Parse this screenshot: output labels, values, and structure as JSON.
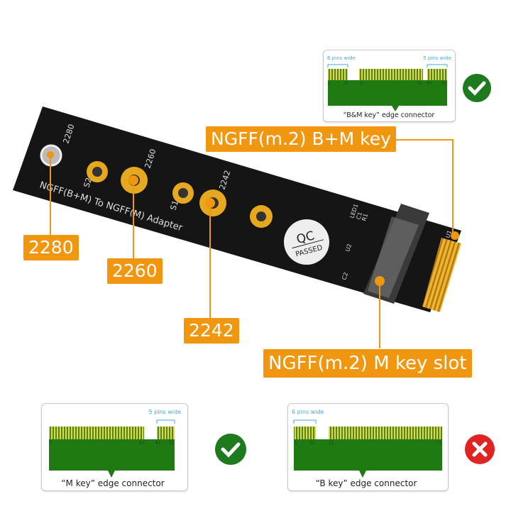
{
  "colors": {
    "accent": "#f0960f",
    "pcb": "#151515",
    "gold": "#e6a81e",
    "connector_green": "#1f7a12",
    "pins": "#e8d24a",
    "check": "#1d7a1d",
    "cross": "#e02424",
    "brace": "#4aa8d8"
  },
  "board": {
    "silkscreen": "NGFF(B+M) To NGFF(M) Adapter",
    "hole_labels": [
      "2280",
      "2260",
      "2242",
      "S2",
      "S1"
    ],
    "components": [
      "LED1",
      "R1",
      "C1",
      "U1",
      "U2",
      "C2"
    ],
    "sticker": {
      "line1": "QC",
      "line2": "PASSED"
    }
  },
  "callouts": {
    "c2280": "2280",
    "c2260": "2260",
    "c2242": "2242",
    "bm_key": "NGFF(m.2) B+M key",
    "m_slot": "NGFF(m.2) M key slot"
  },
  "diagrams": {
    "bm": {
      "caption": "“B&M key” edge connector",
      "left_brace": "6 pins wide",
      "right_brace": "5 pins wide",
      "pins": [
        "1",
        "11",
        "21",
        "57",
        "67",
        "75"
      ],
      "status": "check"
    },
    "m": {
      "caption": "“M key”  edge connector",
      "right_brace": "5 pins wide",
      "pins": [
        "1",
        "57",
        "67",
        "75"
      ],
      "status": "check"
    },
    "b": {
      "caption": "“B key”  edge connector",
      "left_brace": "6 pins wide",
      "pins": [
        "1",
        "11",
        "21",
        "75"
      ],
      "status": "cross"
    }
  }
}
